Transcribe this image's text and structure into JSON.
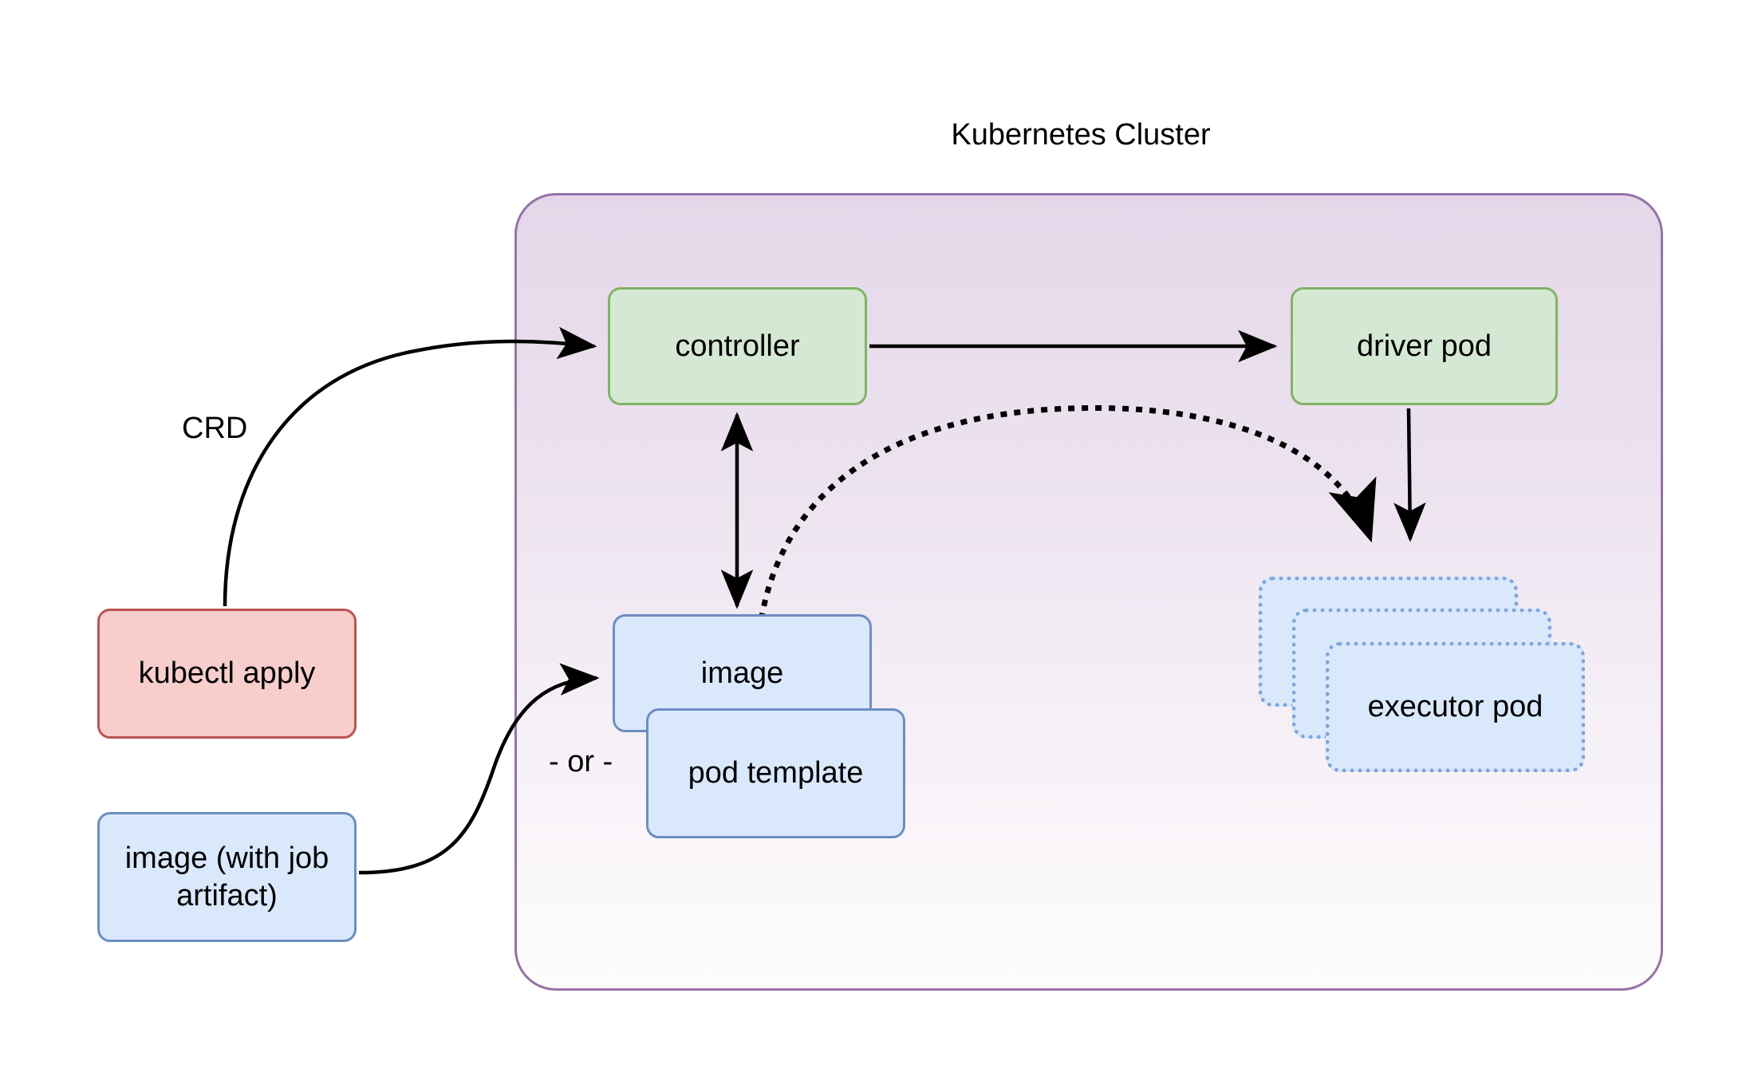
{
  "diagram": {
    "title": "Kubernetes Cluster",
    "cluster": {
      "label": "Kubernetes Cluster",
      "border_color": "#9673a6",
      "fill_top": "#e5d7e9",
      "fill_bottom": "#fdfcfd"
    },
    "nodes": [
      {
        "id": "controller",
        "label": "controller",
        "style": "green",
        "fill": "#d5e8d4",
        "border": "#82b366"
      },
      {
        "id": "driver_pod",
        "label": "driver pod",
        "style": "green",
        "fill": "#d5e8d4",
        "border": "#82b366"
      },
      {
        "id": "kubectl",
        "label": "kubectl apply",
        "style": "red",
        "fill": "#f8cecc",
        "border": "#b85450"
      },
      {
        "id": "image_job",
        "label": "image (with job artifact)",
        "style": "blue",
        "fill": "#dae8fc",
        "border": "#6c8ebf"
      },
      {
        "id": "image",
        "label": "image",
        "style": "blue",
        "fill": "#dae8fc",
        "border": "#6c8ebf"
      },
      {
        "id": "pod_template",
        "label": "pod template",
        "style": "blue",
        "fill": "#dae8fc",
        "border": "#6c8ebf"
      },
      {
        "id": "executor_1",
        "label": "executor pod",
        "style": "blue-dotted",
        "fill": "#dae8fc",
        "border": "#7ea6d9"
      },
      {
        "id": "executor_2",
        "label": "executor pod",
        "style": "blue-dotted",
        "fill": "#dae8fc",
        "border": "#7ea6d9"
      },
      {
        "id": "executor_3",
        "label": "executor pod",
        "style": "blue-dotted",
        "fill": "#dae8fc",
        "border": "#7ea6d9"
      }
    ],
    "edge_labels": [
      {
        "id": "crd",
        "label": "CRD"
      },
      {
        "id": "or",
        "label": "- or -"
      }
    ],
    "edges": [
      {
        "from": "kubectl",
        "to": "controller",
        "label": "CRD",
        "style": "solid",
        "arrow": "end"
      },
      {
        "from": "controller",
        "to": "driver_pod",
        "label": "",
        "style": "solid",
        "arrow": "end"
      },
      {
        "from": "controller",
        "to": "image",
        "label": "",
        "style": "solid",
        "arrow": "both"
      },
      {
        "from": "image",
        "to": "executor_1",
        "label": "",
        "style": "dotted",
        "arrow": "end"
      },
      {
        "from": "driver_pod",
        "to": "executor_1",
        "label": "",
        "style": "solid",
        "arrow": "end"
      },
      {
        "from": "image_job",
        "to": "image",
        "label": "",
        "style": "solid",
        "arrow": "end"
      }
    ]
  }
}
